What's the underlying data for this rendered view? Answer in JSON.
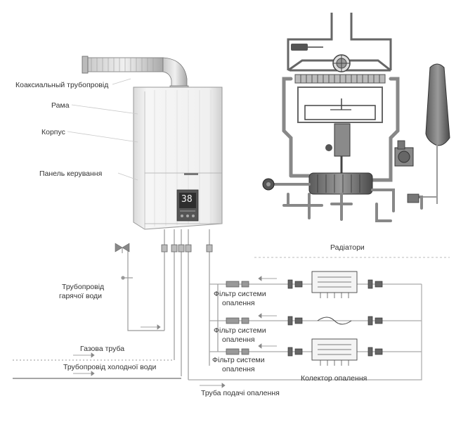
{
  "labels": {
    "coaxial_pipe": "Коаксиальный трубопровід",
    "frame": "Рама",
    "body": "Корпус",
    "control_panel": "Панель керування",
    "hot_water_pipe_line1": "Трубопровід",
    "hot_water_pipe_line2": "гарячої води",
    "gas_pipe": "Газова труба",
    "cold_water_pipe": "Трубопровід холодної води",
    "heating_supply_pipe": "Труба подачі опалення",
    "heating_collector": "Колектор опалення",
    "radiators": "Радіатори",
    "filter_1_line1": "Фільтр системи",
    "filter_1_line2": "опалення",
    "filter_2_line1": "Фільтр системи",
    "filter_2_line2": "опалення",
    "filter_3_line1": "Фільтр системи",
    "filter_3_line2": "опалення"
  },
  "display": {
    "readout": "38"
  },
  "colors": {
    "line": "#8a8a8a",
    "dark": "#4a4a4a",
    "boiler_fill": "#f2f2f2",
    "screen": "#333333",
    "text": "#333333"
  }
}
